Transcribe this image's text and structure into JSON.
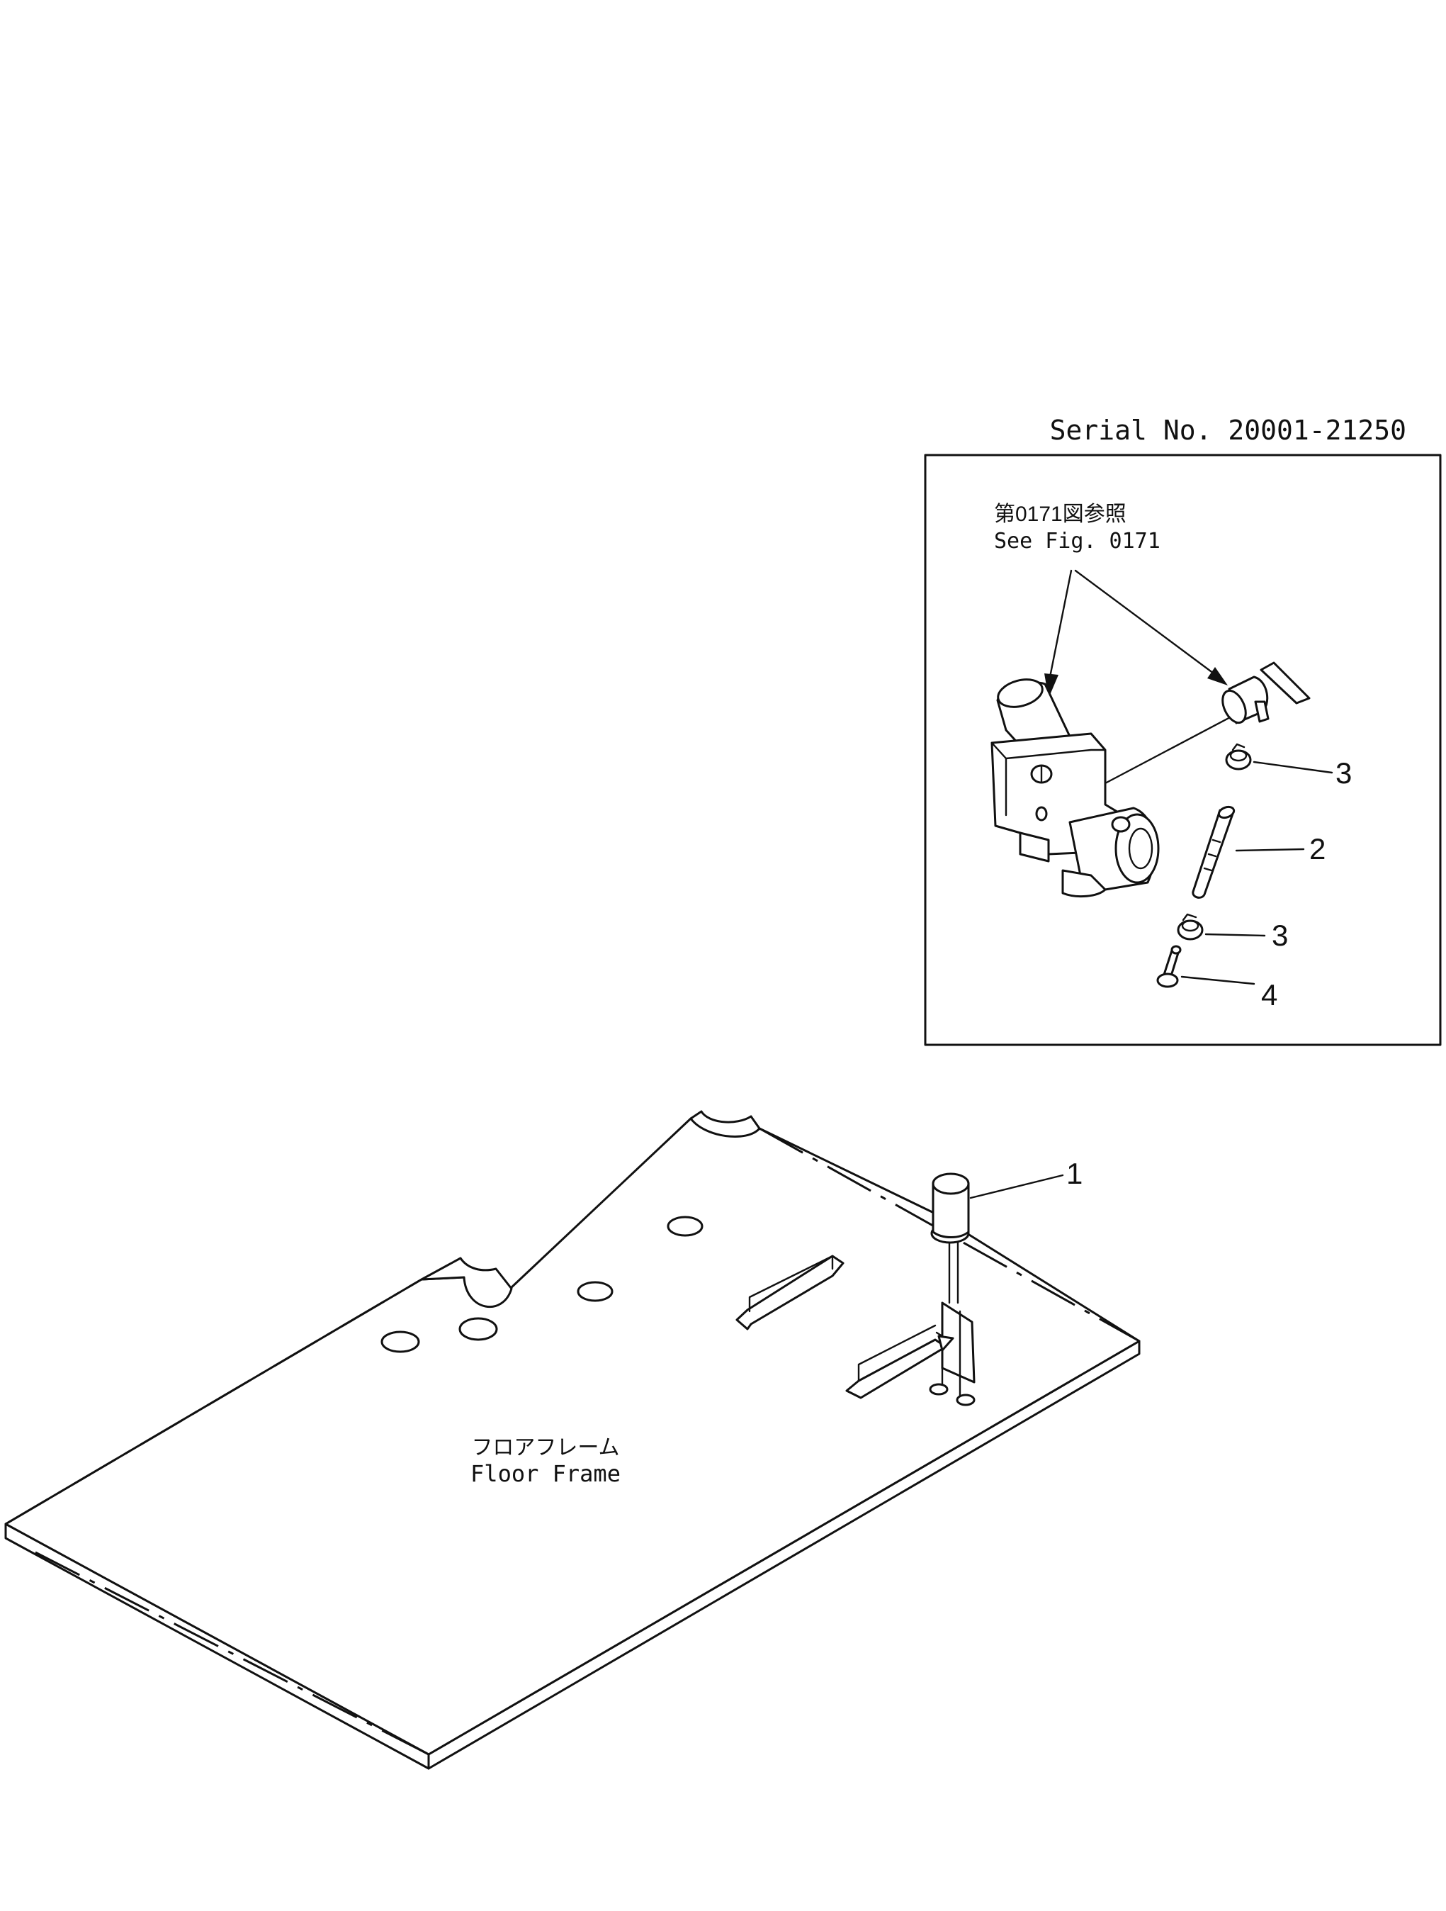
{
  "serial": "Serial No. 20001-21250",
  "inset": {
    "ref_jp": "第0171図参照",
    "ref_en": "See Fig. 0171"
  },
  "frame": {
    "label_jp": "フロアフレーム",
    "label_en": "Floor Frame"
  },
  "callouts": {
    "c1": "1",
    "c2": "2",
    "c3a": "3",
    "c3b": "3",
    "c4": "4"
  },
  "colors": {
    "ink": "#111111",
    "paper": "#ffffff"
  }
}
